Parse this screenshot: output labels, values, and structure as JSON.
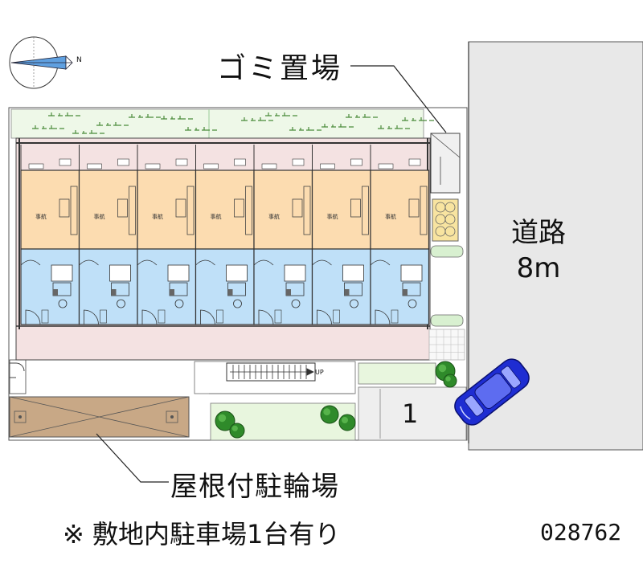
{
  "labels": {
    "garbage": "ゴミ置場",
    "road_name": "道路",
    "road_width": "8m",
    "bike_parking": "屋根付駐輪場",
    "note": "※ 敷地内駐車場1台有り",
    "code": "028762",
    "slot_number": "1",
    "stairs_up": "UP",
    "compass_n": "N"
  },
  "units": {
    "room_label": "事航"
  },
  "colors": {
    "room": "#fcdcb0",
    "bath": "#bfe0f8",
    "corridor": "#f4e0e0",
    "green": "#e8f6de",
    "road": "#e8e8e8",
    "car": "#1e2dd2",
    "bike": "#c8a886"
  }
}
